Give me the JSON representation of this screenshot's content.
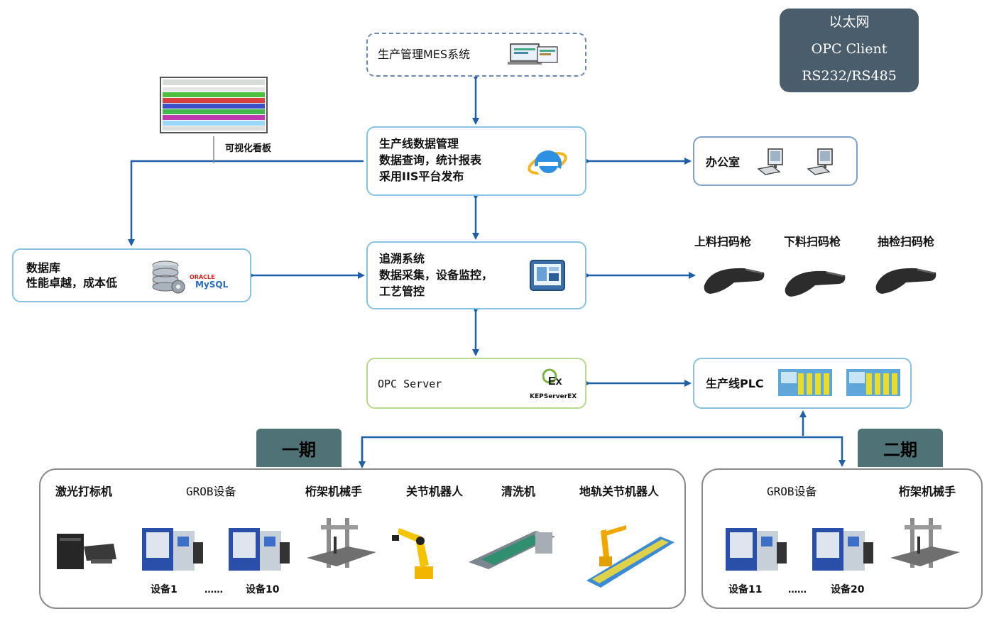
{
  "legend": {
    "line1": "以太网",
    "line2": "OPC Client",
    "line3": "RS232/RS485"
  },
  "mes": {
    "label": "生产管理MES系统"
  },
  "dashboard": {
    "label": "可视化看板"
  },
  "dataMgmt": {
    "line1": "生产线数据管理",
    "line2": "数据查询，统计报表",
    "line3": "采用IIS平台发布"
  },
  "office": {
    "label": "办公室"
  },
  "database": {
    "line1": "数据库",
    "line2": "性能卓越，成本低",
    "oracle": "ORACLE",
    "mysql": "MySQL"
  },
  "trace": {
    "line1": "追溯系统",
    "line2": "数据采集，设备监控，",
    "line3": "工艺管控"
  },
  "scanners": {
    "load": "上料扫码枪",
    "unload": "下料扫码枪",
    "sample": "抽检扫码枪"
  },
  "opc": {
    "label": "OPC Server",
    "logo": "KEPServerEX",
    "logo_mark": "Ex"
  },
  "plc": {
    "label": "生产线PLC"
  },
  "phase1": {
    "badge": "一期",
    "laser": "激光打标机",
    "grob": "GROB设备",
    "gantry": "桁架机械手",
    "robot": "关节机器人",
    "washer": "清洗机",
    "rail_robot": "地轨关节机器人",
    "dev_first": "设备1",
    "dev_dots": "……",
    "dev_last": "设备10"
  },
  "phase2": {
    "badge": "二期",
    "grob": "GROB设备",
    "gantry": "桁架机械手",
    "dev_first": "设备11",
    "dev_dots": "……",
    "dev_last": "设备20"
  },
  "colors": {
    "arrow": "#1f5fa8",
    "box_border": "#86c2e2",
    "opc_border": "#b8d98a",
    "legend_bg": "#4a5d6c",
    "badge_bg": "#4f7277"
  }
}
